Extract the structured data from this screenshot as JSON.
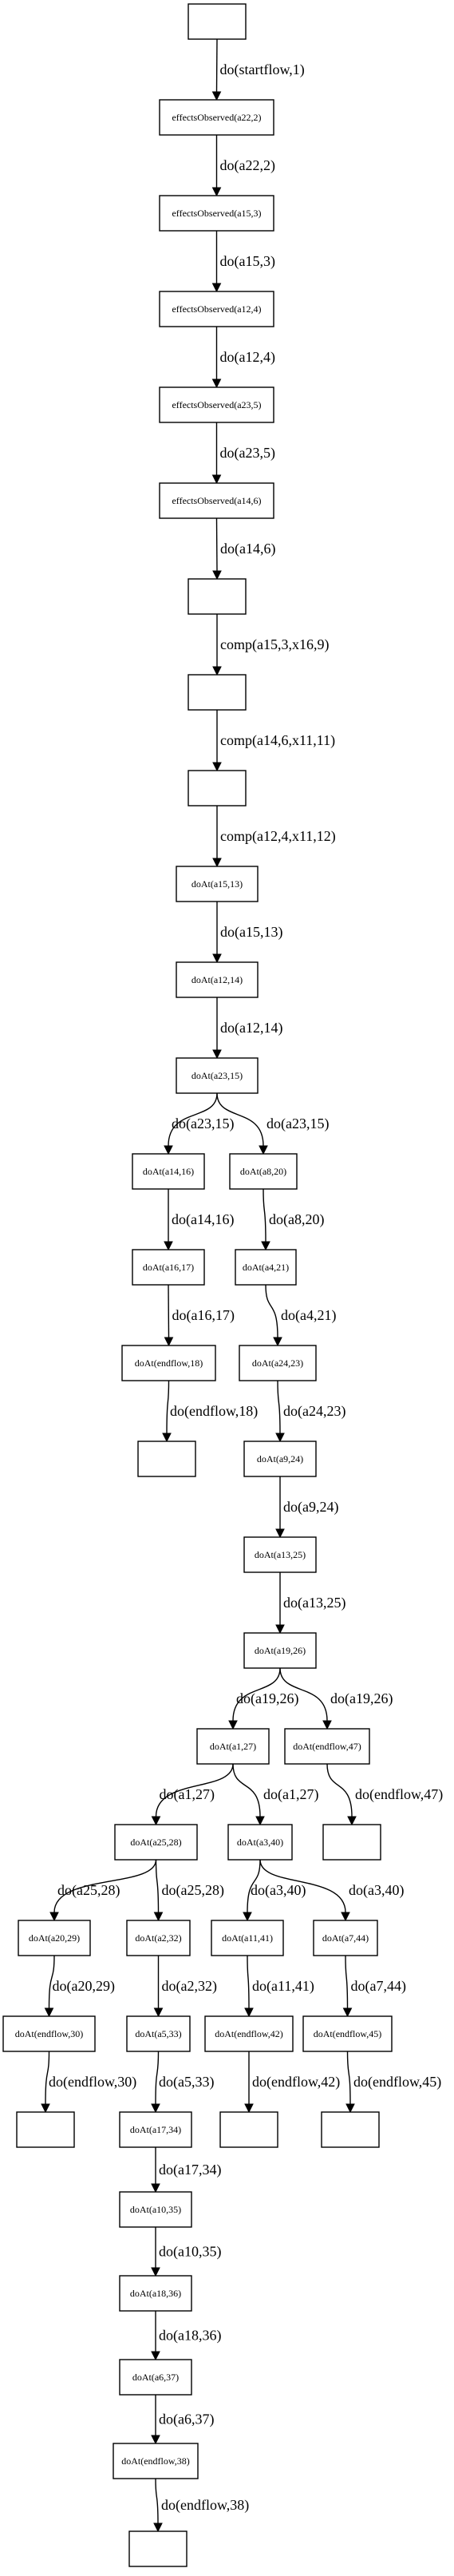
{
  "nodes": [
    {
      "id": "n0",
      "label": ""
    },
    {
      "id": "n1",
      "label": "effectsObserved(a22,2)"
    },
    {
      "id": "n2",
      "label": "effectsObserved(a15,3)"
    },
    {
      "id": "n3",
      "label": "effectsObserved(a12,4)"
    },
    {
      "id": "n4",
      "label": "effectsObserved(a23,5)"
    },
    {
      "id": "n5",
      "label": "effectsObserved(a14,6)"
    },
    {
      "id": "n6",
      "label": ""
    },
    {
      "id": "n7",
      "label": ""
    },
    {
      "id": "n8",
      "label": ""
    },
    {
      "id": "n9",
      "label": "doAt(a15,13)"
    },
    {
      "id": "n10",
      "label": "doAt(a12,14)"
    },
    {
      "id": "n11",
      "label": "doAt(a23,15)"
    },
    {
      "id": "n12",
      "label": "doAt(a14,16)"
    },
    {
      "id": "n13",
      "label": "doAt(a8,20)"
    },
    {
      "id": "n14",
      "label": "doAt(a16,17)"
    },
    {
      "id": "n15",
      "label": "doAt(a4,21)"
    },
    {
      "id": "n16",
      "label": "doAt(endflow,18)"
    },
    {
      "id": "n17",
      "label": "doAt(a24,23)"
    },
    {
      "id": "n18",
      "label": ""
    },
    {
      "id": "n19",
      "label": "doAt(a9,24)"
    },
    {
      "id": "n20",
      "label": "doAt(a13,25)"
    },
    {
      "id": "n21",
      "label": "doAt(a19,26)"
    },
    {
      "id": "n22",
      "label": "doAt(a1,27)"
    },
    {
      "id": "n23",
      "label": "doAt(endflow,47)"
    },
    {
      "id": "n24",
      "label": "doAt(a25,28)"
    },
    {
      "id": "n25",
      "label": "doAt(a3,40)"
    },
    {
      "id": "n26",
      "label": ""
    },
    {
      "id": "n27",
      "label": "doAt(a20,29)"
    },
    {
      "id": "n28",
      "label": "doAt(a2,32)"
    },
    {
      "id": "n29",
      "label": "doAt(a11,41)"
    },
    {
      "id": "n30",
      "label": "doAt(a7,44)"
    },
    {
      "id": "n31",
      "label": "doAt(endflow,30)"
    },
    {
      "id": "n32",
      "label": "doAt(a5,33)"
    },
    {
      "id": "n33",
      "label": "doAt(endflow,42)"
    },
    {
      "id": "n34",
      "label": "doAt(endflow,45)"
    },
    {
      "id": "n35",
      "label": ""
    },
    {
      "id": "n36",
      "label": "doAt(a17,34)"
    },
    {
      "id": "n37",
      "label": ""
    },
    {
      "id": "n38",
      "label": ""
    },
    {
      "id": "n39",
      "label": "doAt(a10,35)"
    },
    {
      "id": "n40",
      "label": "doAt(a18,36)"
    },
    {
      "id": "n41",
      "label": "doAt(a6,37)"
    },
    {
      "id": "n42",
      "label": "doAt(endflow,38)"
    },
    {
      "id": "n43",
      "label": ""
    }
  ],
  "edges": [
    {
      "from": "n0",
      "to": "n1",
      "label": "do(startflow,1)"
    },
    {
      "from": "n1",
      "to": "n2",
      "label": "do(a22,2)"
    },
    {
      "from": "n2",
      "to": "n3",
      "label": "do(a15,3)"
    },
    {
      "from": "n3",
      "to": "n4",
      "label": "do(a12,4)"
    },
    {
      "from": "n4",
      "to": "n5",
      "label": "do(a23,5)"
    },
    {
      "from": "n5",
      "to": "n6",
      "label": "do(a14,6)"
    },
    {
      "from": "n6",
      "to": "n7",
      "label": "comp(a15,3,x16,9)"
    },
    {
      "from": "n7",
      "to": "n8",
      "label": "comp(a14,6,x11,11)"
    },
    {
      "from": "n8",
      "to": "n9",
      "label": "comp(a12,4,x11,12)"
    },
    {
      "from": "n9",
      "to": "n10",
      "label": "do(a15,13)"
    },
    {
      "from": "n10",
      "to": "n11",
      "label": "do(a12,14)"
    },
    {
      "from": "n11",
      "to": "n12",
      "label": "do(a23,15)"
    },
    {
      "from": "n11",
      "to": "n13",
      "label": "do(a23,15)"
    },
    {
      "from": "n12",
      "to": "n14",
      "label": "do(a14,16)"
    },
    {
      "from": "n13",
      "to": "n15",
      "label": "do(a8,20)"
    },
    {
      "from": "n14",
      "to": "n16",
      "label": "do(a16,17)"
    },
    {
      "from": "n15",
      "to": "n17",
      "label": "do(a4,21)"
    },
    {
      "from": "n16",
      "to": "n18",
      "label": "do(endflow,18)"
    },
    {
      "from": "n17",
      "to": "n19",
      "label": "do(a24,23)"
    },
    {
      "from": "n19",
      "to": "n20",
      "label": "do(a9,24)"
    },
    {
      "from": "n20",
      "to": "n21",
      "label": "do(a13,25)"
    },
    {
      "from": "n21",
      "to": "n22",
      "label": "do(a19,26)"
    },
    {
      "from": "n21",
      "to": "n23",
      "label": "do(a19,26)"
    },
    {
      "from": "n22",
      "to": "n24",
      "label": "do(a1,27)"
    },
    {
      "from": "n22",
      "to": "n25",
      "label": "do(a1,27)"
    },
    {
      "from": "n23",
      "to": "n26",
      "label": "do(endflow,47)"
    },
    {
      "from": "n24",
      "to": "n27",
      "label": "do(a25,28)"
    },
    {
      "from": "n24",
      "to": "n28",
      "label": "do(a25,28)"
    },
    {
      "from": "n25",
      "to": "n29",
      "label": "do(a3,40)"
    },
    {
      "from": "n25",
      "to": "n30",
      "label": "do(a3,40)"
    },
    {
      "from": "n27",
      "to": "n31",
      "label": "do(a20,29)"
    },
    {
      "from": "n28",
      "to": "n32",
      "label": "do(a2,32)"
    },
    {
      "from": "n29",
      "to": "n33",
      "label": "do(a11,41)"
    },
    {
      "from": "n30",
      "to": "n34",
      "label": "do(a7,44)"
    },
    {
      "from": "n31",
      "to": "n35",
      "label": "do(endflow,30)"
    },
    {
      "from": "n32",
      "to": "n36",
      "label": "do(a5,33)"
    },
    {
      "from": "n33",
      "to": "n37",
      "label": "do(endflow,42)"
    },
    {
      "from": "n34",
      "to": "n38",
      "label": "do(endflow,45)"
    },
    {
      "from": "n36",
      "to": "n39",
      "label": "do(a17,34)"
    },
    {
      "from": "n39",
      "to": "n40",
      "label": "do(a10,35)"
    },
    {
      "from": "n40",
      "to": "n41",
      "label": "do(a18,36)"
    },
    {
      "from": "n41",
      "to": "n42",
      "label": "do(a6,37)"
    },
    {
      "from": "n42",
      "to": "n43",
      "label": "do(endflow,38)"
    }
  ]
}
